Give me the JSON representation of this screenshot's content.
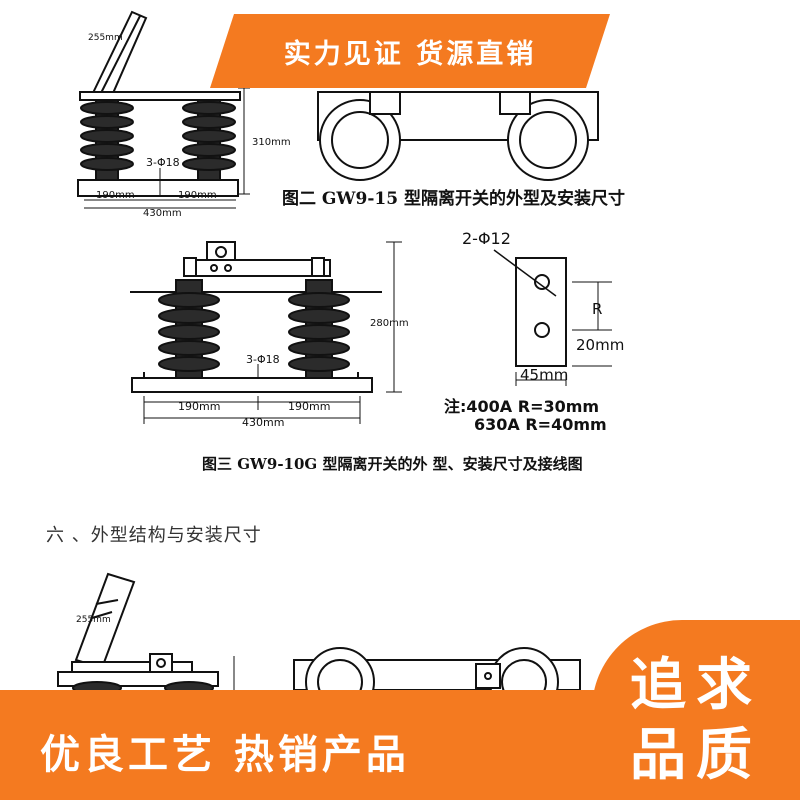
{
  "top_banner": {
    "text": "实力见证 货源直销"
  },
  "figure2": {
    "caption": "图二 GW9-15 型隔离开关的外型及安装尺寸",
    "dims": {
      "arm": "255mm",
      "height": "310mm",
      "holes": "3-Φ18",
      "left_span": "190mm",
      "right_span": "190mm",
      "total": "430mm"
    }
  },
  "figure3": {
    "caption": "图三 GW9-10G 型隔离开关的外 型、安装尺寸及接线图",
    "dims": {
      "height": "280mm",
      "holes": "3-Φ18",
      "left_span": "190mm",
      "right_span": "190mm",
      "total": "430mm"
    }
  },
  "terminal": {
    "holes": "2-Φ12",
    "r_label": "R",
    "offset": "20mm",
    "width": "45mm",
    "note_line1": "注:400A R=30mm",
    "note_line2": "630A R=40mm"
  },
  "section6": {
    "heading": "六 、外型结构与安装尺寸"
  },
  "figure_bottom": {
    "arm": "255mm"
  },
  "bottom_banner": {
    "text": "优良工艺 热销产品"
  },
  "badge": {
    "line1": "追求",
    "line2": "品质"
  },
  "colors": {
    "accent": "#f47a20",
    "ink": "#111111",
    "insulator_fill": "#2b2b2b"
  }
}
